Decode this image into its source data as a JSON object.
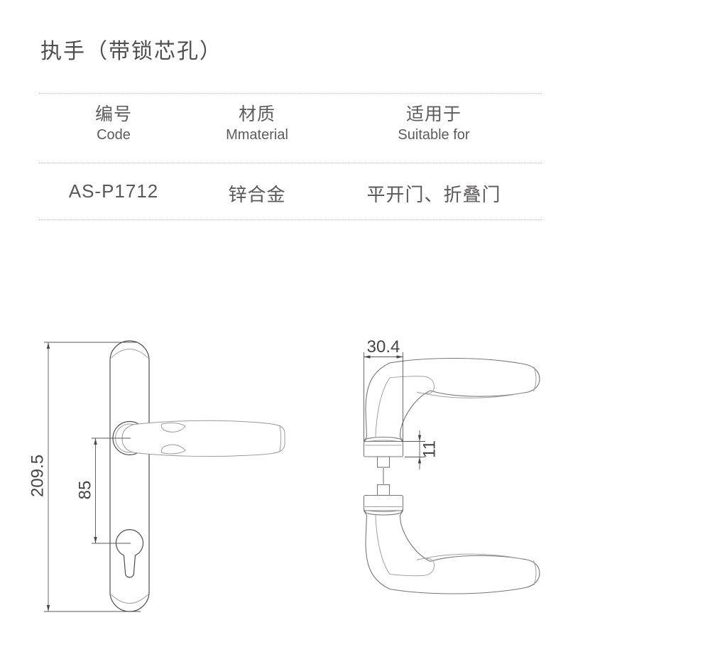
{
  "page": {
    "title": "执手（带锁芯孔）"
  },
  "table": {
    "columns": [
      {
        "zh": "编号",
        "en": "Code"
      },
      {
        "zh": "材质",
        "en": "Mmaterial"
      },
      {
        "zh": "适用于",
        "en": "Suitable for"
      }
    ],
    "row": {
      "code": "AS-P1712",
      "material": "锌合金",
      "suitable_for": "平开门、折叠门"
    }
  },
  "drawings": {
    "front_view": {
      "plate_height_mm": "209.5",
      "hole_spacing_mm": "85"
    },
    "side_view": {
      "rose_width_mm": "30.4",
      "rose_height_mm": "11"
    }
  },
  "colors": {
    "title": "#4f4f51",
    "text": "#5a5859",
    "line_dark": "#4d4d4f",
    "line_light": "#a0a0a2",
    "rule_dotted": "#bcbcbc"
  }
}
